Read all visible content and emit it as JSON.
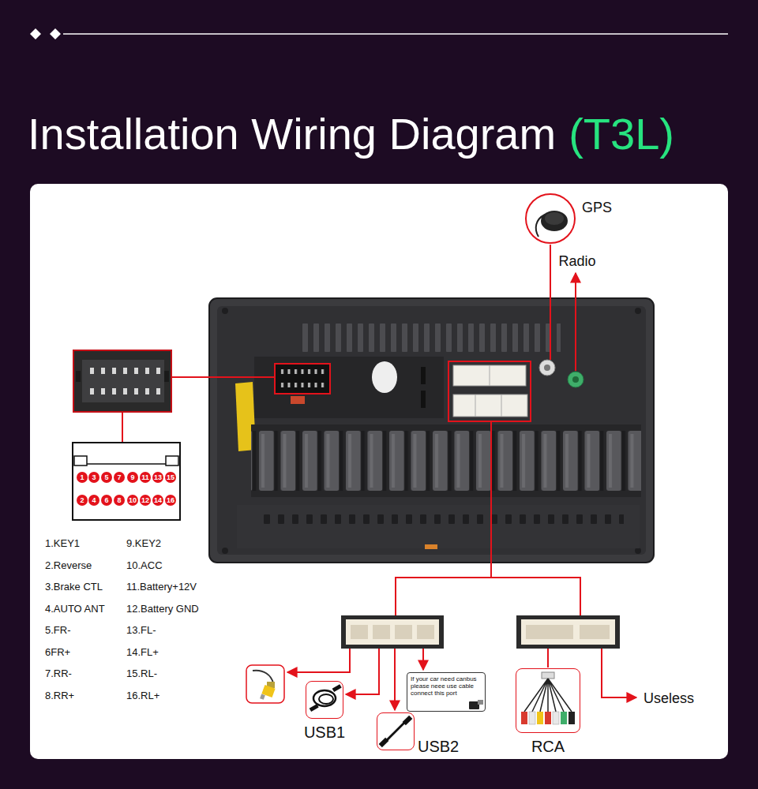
{
  "diagram": {
    "title": "Installation Wiring Diagram",
    "nodes": [
      {
        "text": [
          "GPS"
        ]
      },
      {
        "text": [
          "1"
        ]
      },
      {
        "text": [
          "3"
        ]
      },
      {
        "text": [
          "5"
        ]
      },
      {
        "text": [
          "7"
        ]
      },
      {
        "text": [
          "9"
        ]
      },
      {
        "text": [
          "11"
        ]
      },
      {
        "text": [
          "13"
        ]
      },
      {
        "text": [
          "15"
        ]
      },
      {
        "text": [
          "2"
        ]
      },
      {
        "text": [
          "4"
        ]
      },
      {
        "text": [
          "6"
        ]
      },
      {
        "text": [
          "8"
        ]
      },
      {
        "text": [
          "10"
        ]
      },
      {
        "text": [
          "12"
        ]
      },
      {
        "text": [
          "14"
        ]
      },
      {
        "text": [
          "16"
        ]
      },
      {
        "text": [
          "If your car need canbus please neee use cable connect this port"
        ]
      },
      {
        "text": [
          "USB1"
        ]
      },
      {
        "text": [
          "USB2"
        ]
      },
      {
        "text": [
          "RCA"
        ]
      }
    ],
    "labels": [
      "(T3L)",
      "Radio",
      "1.KEY1",
      "2.Reverse",
      "3.Brake CTL",
      "4.AUTO ANT",
      "5.FR-",
      "6FR+",
      "7.RR-",
      "8.RR+",
      "9.KEY2",
      "10.ACC",
      "11.Battery+12V",
      "12.Battery GND",
      "13.FL-",
      "14.FL+",
      "15.RL-",
      "16.RL+",
      "Useless"
    ]
  }
}
